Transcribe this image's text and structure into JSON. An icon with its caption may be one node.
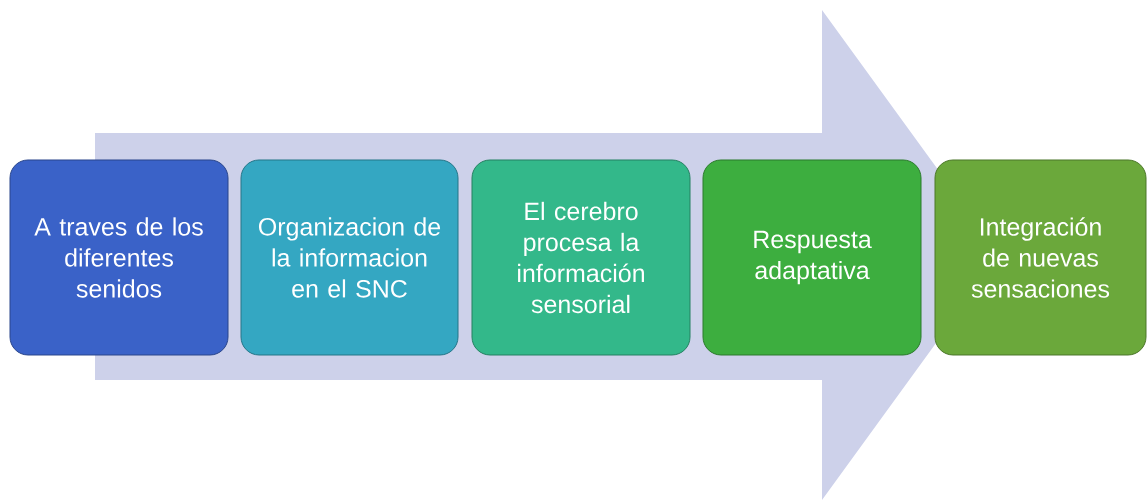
{
  "diagram": {
    "nodes": [
      {
        "text": [
          "A traves de los diferentes senidos"
        ]
      },
      {
        "text": [
          "Organizacion de la informacion en el SNC"
        ]
      },
      {
        "text": [
          "El cerebro procesa la información sensorial"
        ]
      },
      {
        "text": [
          "Respuesta adaptativa"
        ]
      },
      {
        "text": [
          "Integración de nuevas sensaciones"
        ]
      }
    ],
    "edges": [
      {
        "from": 0,
        "to": 4,
        "arrow": "to"
      }
    ]
  }
}
